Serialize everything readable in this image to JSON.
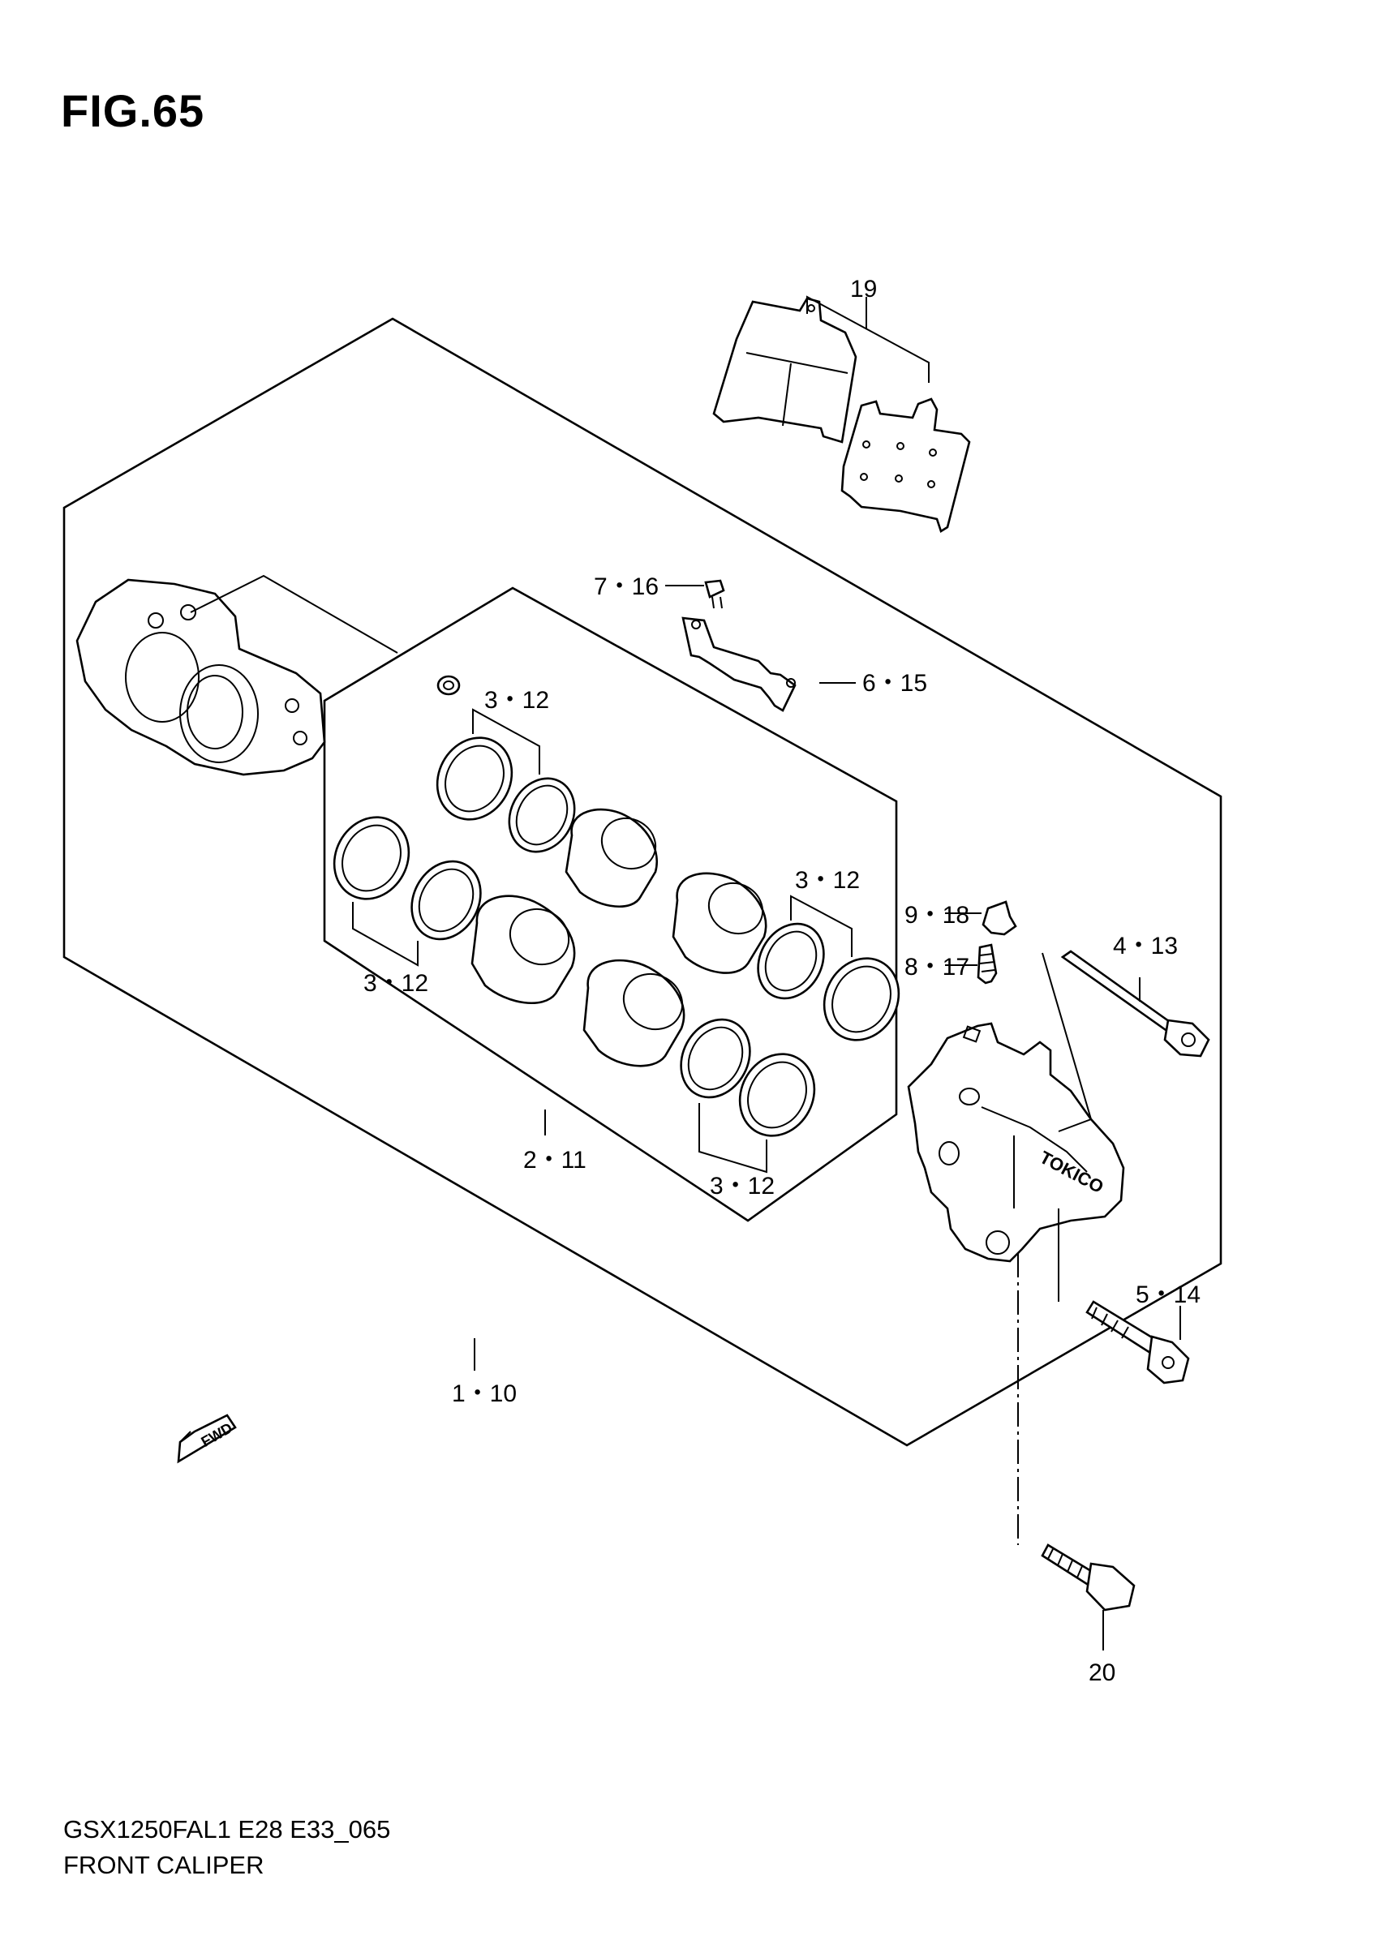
{
  "figure": {
    "title": "FIG.65",
    "model_code": "GSX1250FAL1 E28 E33_065",
    "caption": "FRONT CALIPER"
  },
  "callouts": [
    {
      "id": "c19",
      "text": "19"
    },
    {
      "id": "c7-16",
      "text": "7・16"
    },
    {
      "id": "c6-15",
      "text": "6・15"
    },
    {
      "id": "c3-12a",
      "text": "3・12"
    },
    {
      "id": "c3-12b",
      "text": "3・12"
    },
    {
      "id": "c3-12c",
      "text": "3・12"
    },
    {
      "id": "c3-12d",
      "text": "3・12"
    },
    {
      "id": "c9-18",
      "text": "9・18"
    },
    {
      "id": "c8-17",
      "text": "8・17"
    },
    {
      "id": "c4-13",
      "text": "4・13"
    },
    {
      "id": "c2-11",
      "text": "2・11"
    },
    {
      "id": "c5-14",
      "text": "5・14"
    },
    {
      "id": "c1-10",
      "text": "1・10"
    },
    {
      "id": "c20",
      "text": "20"
    }
  ],
  "fwd_arrow": {
    "label": "FWD"
  },
  "caliper_stamp": {
    "label": "TOKICO"
  },
  "icons": [
    "fwd-arrow-icon",
    "brake-pad-icon",
    "caliper-body-icon",
    "piston-icon",
    "seal-ring-icon",
    "bolt-icon",
    "bleeder-screw-icon",
    "cap-icon"
  ]
}
